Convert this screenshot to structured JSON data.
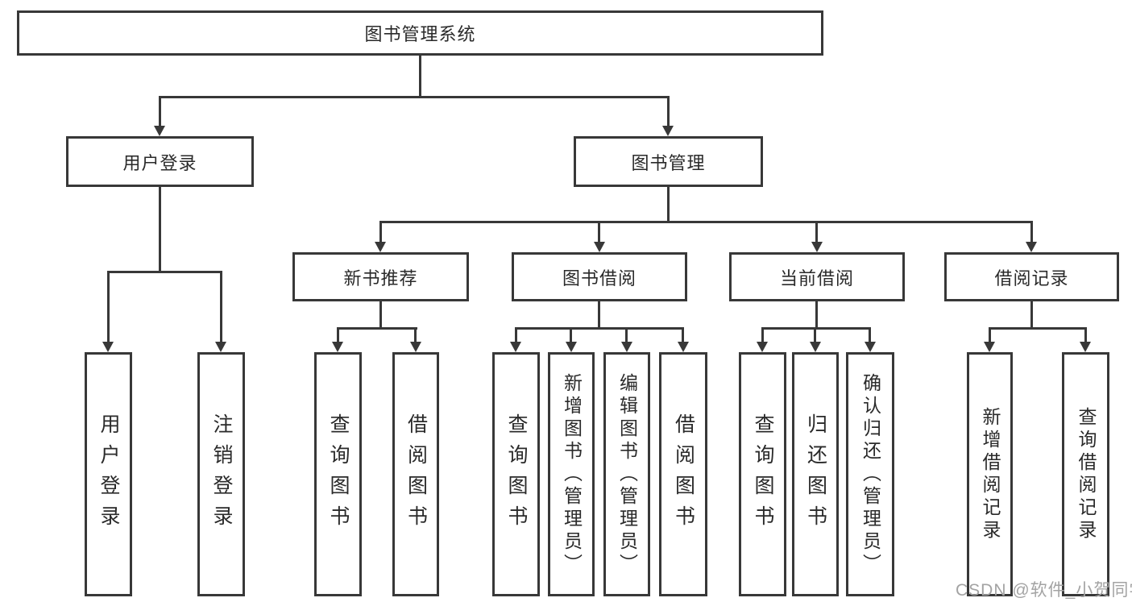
{
  "nodes": {
    "root": "图书管理系统",
    "level2": {
      "user_login": "用户登录",
      "book_mgmt": "图书管理"
    },
    "level3": {
      "new_book": "新书推荐",
      "book_borrow": "图书借阅",
      "current_borrow": "当前借阅",
      "borrow_record": "借阅记录"
    }
  },
  "leaves": {
    "user_login": [
      "用户登录",
      "注销登录"
    ],
    "new_book": [
      "查询图书",
      "借阅图书"
    ],
    "book_borrow": [
      "查询图书",
      "新增图书（管理员）",
      "编辑图书（管理员）",
      "借阅图书"
    ],
    "current_borrow": [
      "查询图书",
      "归还图书",
      "确认归还（管理员）"
    ],
    "borrow_record": [
      "新增借阅记录",
      "查询借阅记录"
    ]
  },
  "watermark": {
    "text": "CSDN @软件_小贺同学"
  },
  "colors": {
    "line": "#383838",
    "text": "#2a2a2a",
    "background": "#ffffff",
    "watermark": "#a3a3a3"
  }
}
